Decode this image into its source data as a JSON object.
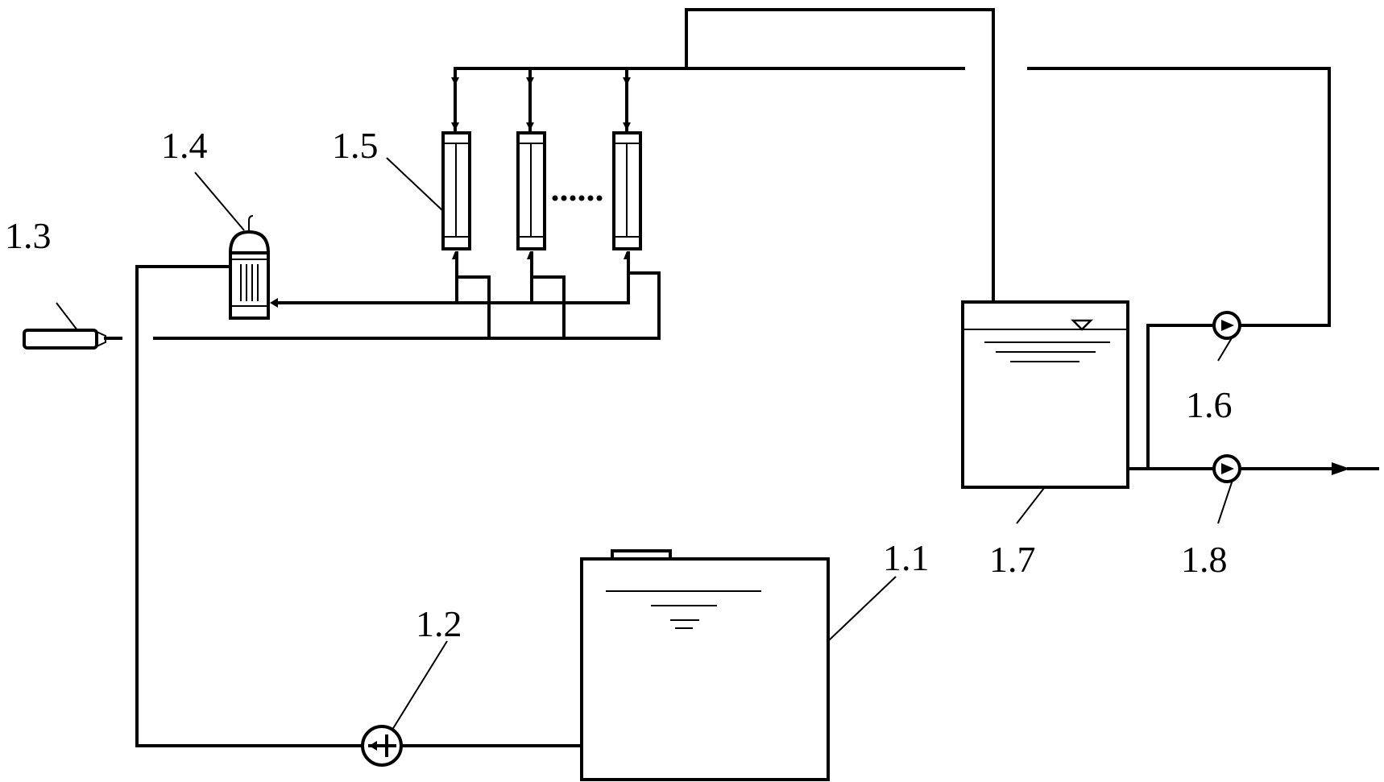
{
  "labels": {
    "l_1_1": "1.1",
    "l_1_2": "1.2",
    "l_1_3": "1.3",
    "l_1_4": "1.4",
    "l_1_5": "1.5",
    "l_1_6": "1.6",
    "l_1_7": "1.7",
    "l_1_8": "1.8"
  },
  "colors": {
    "stroke": "#000000",
    "background": "#ffffff"
  }
}
